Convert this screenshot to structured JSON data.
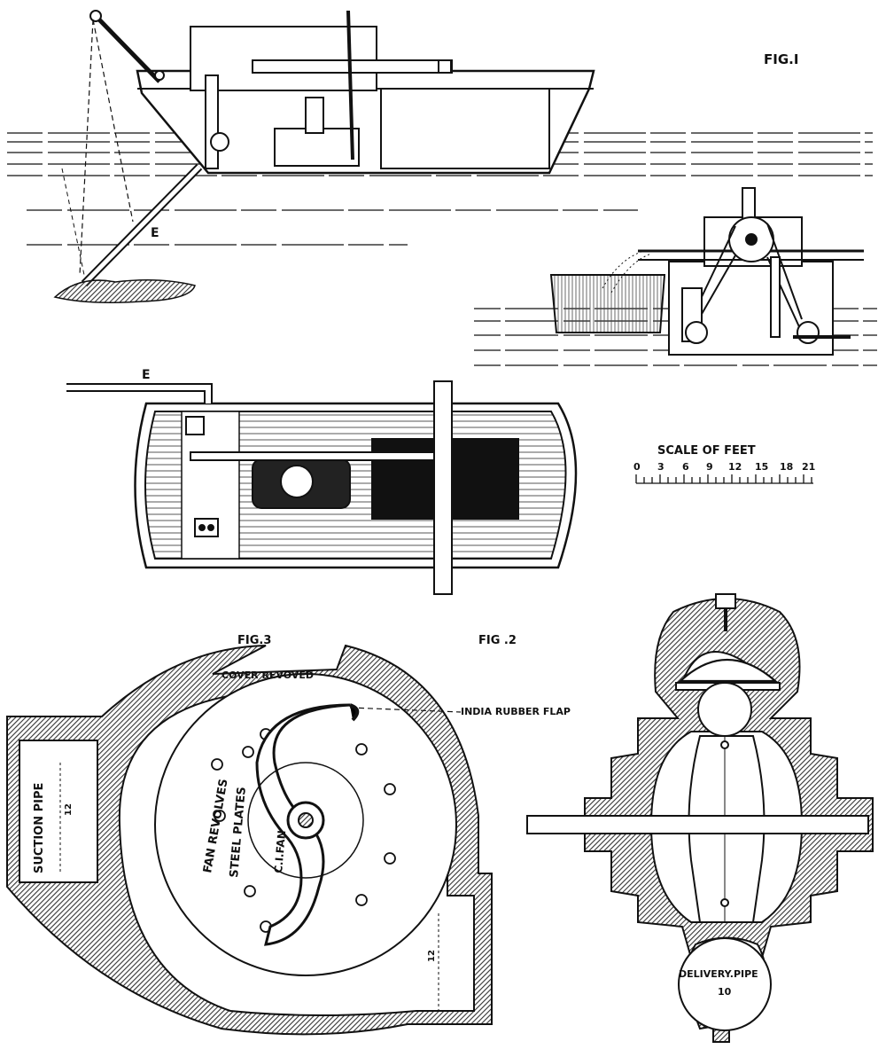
{
  "labels": {
    "fig1": "FIG.I",
    "fig2": "FIG .2",
    "fig3": "FIG.3",
    "e_side": "E",
    "e_plan": "E",
    "scale_title": "SCALE OF FEET",
    "scale_ticks": [
      "0",
      "3",
      "6",
      "9",
      "12",
      "15",
      "18",
      "21"
    ],
    "cover_removed": "COVER REVOVED",
    "india_rubber_flap": "INDIA RUBBER FLAP",
    "fan_revolves": "FAN REVOLVES",
    "steel_plates": "STEEL PLATES",
    "ci_fan": "C.I.FAN",
    "suction_pipe": "SUCTION PIPE",
    "suction_dim": "12",
    "outlet_dim": "12",
    "delivery_pipe": "DELIVERY.PIPE",
    "delivery_dim": "10"
  },
  "colors": {
    "ink": "#111111",
    "paper": "#ffffff",
    "hatch": "#555555"
  }
}
